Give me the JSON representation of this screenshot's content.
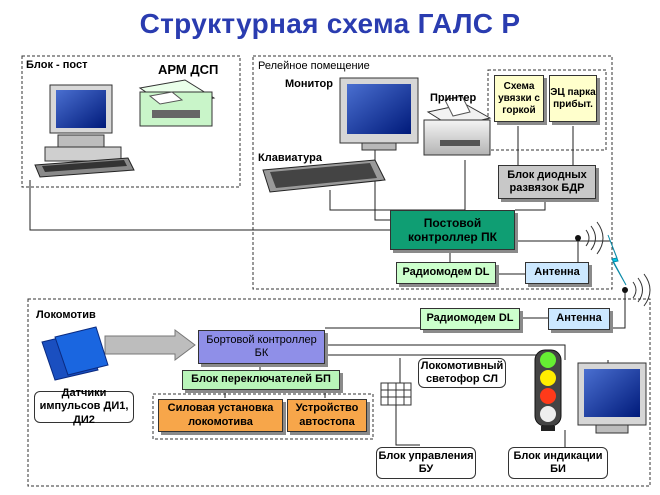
{
  "title": "Структурная схема ГАЛС Р",
  "block_post": {
    "label": "Блок - пост",
    "arm": "АРМ ДСП"
  },
  "relay_room": {
    "label": "Релейное помещение",
    "monitor": "Монитор",
    "printer": "Принтер",
    "keyboard": "Клавиатура",
    "scheme_link": "Схема увязки с горкой",
    "ec_park": "ЭЦ парка прибыт.",
    "bdr": "Блок диодных развязок БДР",
    "pk": "Постовой контроллер ПК",
    "radiomodem": "Радиомодем DL",
    "antenna": "Антенна"
  },
  "locomotive": {
    "label": "Локомотив",
    "radiomodem": "Радиомодем DL",
    "antenna": "Антенна",
    "bk": "Бортовой контроллер БК",
    "bp": "Блок переключателей БП",
    "power": "Силовая установка локомотива",
    "autostop": "Устройство автостопа",
    "sensors": "Датчики импульсов ДИ1, ДИ2",
    "signal": "Локомотивный светофор СЛ",
    "bu": "Блок управления БУ",
    "bi": "Блок индикации БИ"
  },
  "colors": {
    "title": "#2a3cb0",
    "pk_green": "#0f9e73",
    "light_green": "#ccffcc",
    "light_yellow": "#ffffcc",
    "light_blue": "#cce8ff",
    "gray_box": "#c8c8c8",
    "bk_blue": "#8f8fe8",
    "bp_green": "#b9f5b9",
    "orange": "#f7a64a",
    "sensor_blue": "#1a5fd6"
  }
}
